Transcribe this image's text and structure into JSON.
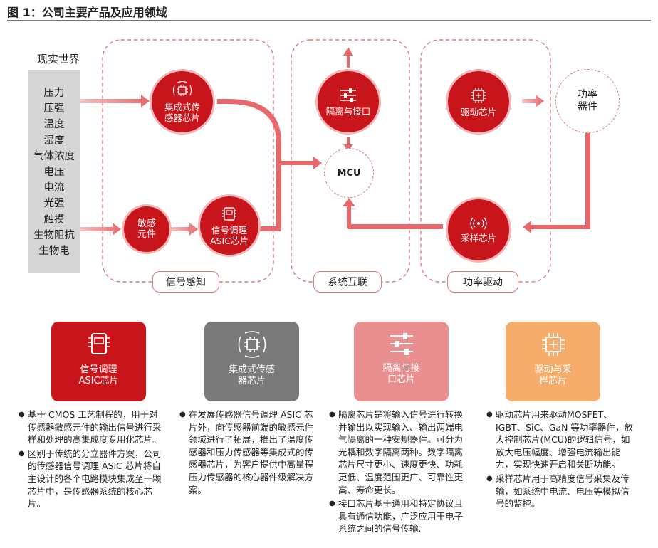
{
  "figure_title": "图 1：公司主要产品及应用领域",
  "real_world": {
    "label": "现实世界",
    "items": [
      "压力",
      "压强",
      "温度",
      "湿度",
      "气体浓度",
      "电压",
      "电流",
      "光强",
      "触摸",
      "生物阻抗",
      "生物电"
    ]
  },
  "diagram": {
    "integrated_sensor_chip": "集成式传感器芯片",
    "sensitive_element": "敏感元件",
    "asic_chip": "信号调理ASIC芯片",
    "isolation_interface": "隔离与接口",
    "mcu": "MCU",
    "driver_chip": "驱动芯片",
    "power_device": "功率器件",
    "sampling_chip": "采样芯片",
    "groups": [
      "信号感知",
      "系统互联",
      "功率驱动"
    ]
  },
  "cards": [
    {
      "label": "信号调理ASIC芯片",
      "color": "#c8151b",
      "icon": "asic-chip-icon"
    },
    {
      "label": "集成式传感器芯片",
      "color": "#7a7a7a",
      "icon": "sensor-chip-icon"
    },
    {
      "label": "隔离与接口芯片",
      "color": "#ea8f8f",
      "icon": "slider-icon"
    },
    {
      "label": "驱动与采样芯片",
      "color": "#f6ac6b",
      "icon": "chip-icon"
    }
  ],
  "descriptions": [
    [
      "基于 CMOS 工艺制程的，用于对传感器敏感元件的输出信号进行采样和处理的高集成度专用化芯片。",
      "区别于传统的分立器件方案，公司的传感器信号调理 ASIC 芯片将自主设计的各个电路模块集成至一颗芯片中，是传感器系统的核心芯片。"
    ],
    [
      "在发展传感器信号调理 ASIC 芯片外，向传感器前端的敏感元件领域进行了拓展，推出了温度传感器和压力传感器等集成式的传感器芯片，为客户提供中高量程压力传感器的核心器件级解决方案。"
    ],
    [
      "隔离芯片是将输入信号进行转换并输出以实现输入、输出两端电气隔离的一种安规器件。可分为光耦和数字隔离两种。数字隔离芯片尺寸更小、速度更快、功耗更低、温度范围更广、可靠性更高、寿命更长。",
      "接口芯片基于通用和特定协议且具有通信功能，广泛应用于电子系统之间的信号传输."
    ],
    [
      "驱动芯片用来驱动MOSFET、IGBT、SiC、GaN 等功率器件，放大控制芯片(MCU)的逻辑信号，如放大电压幅度、增强电流输出能力，实现快速开启和关断功能。",
      "采样芯片用于高精度信号采集及传输，如系统中电流、电压等模拟信号的监控。"
    ]
  ],
  "colors": {
    "red": "#c8151b",
    "pink": "#e07a7d",
    "arrow": "#e8686c"
  }
}
